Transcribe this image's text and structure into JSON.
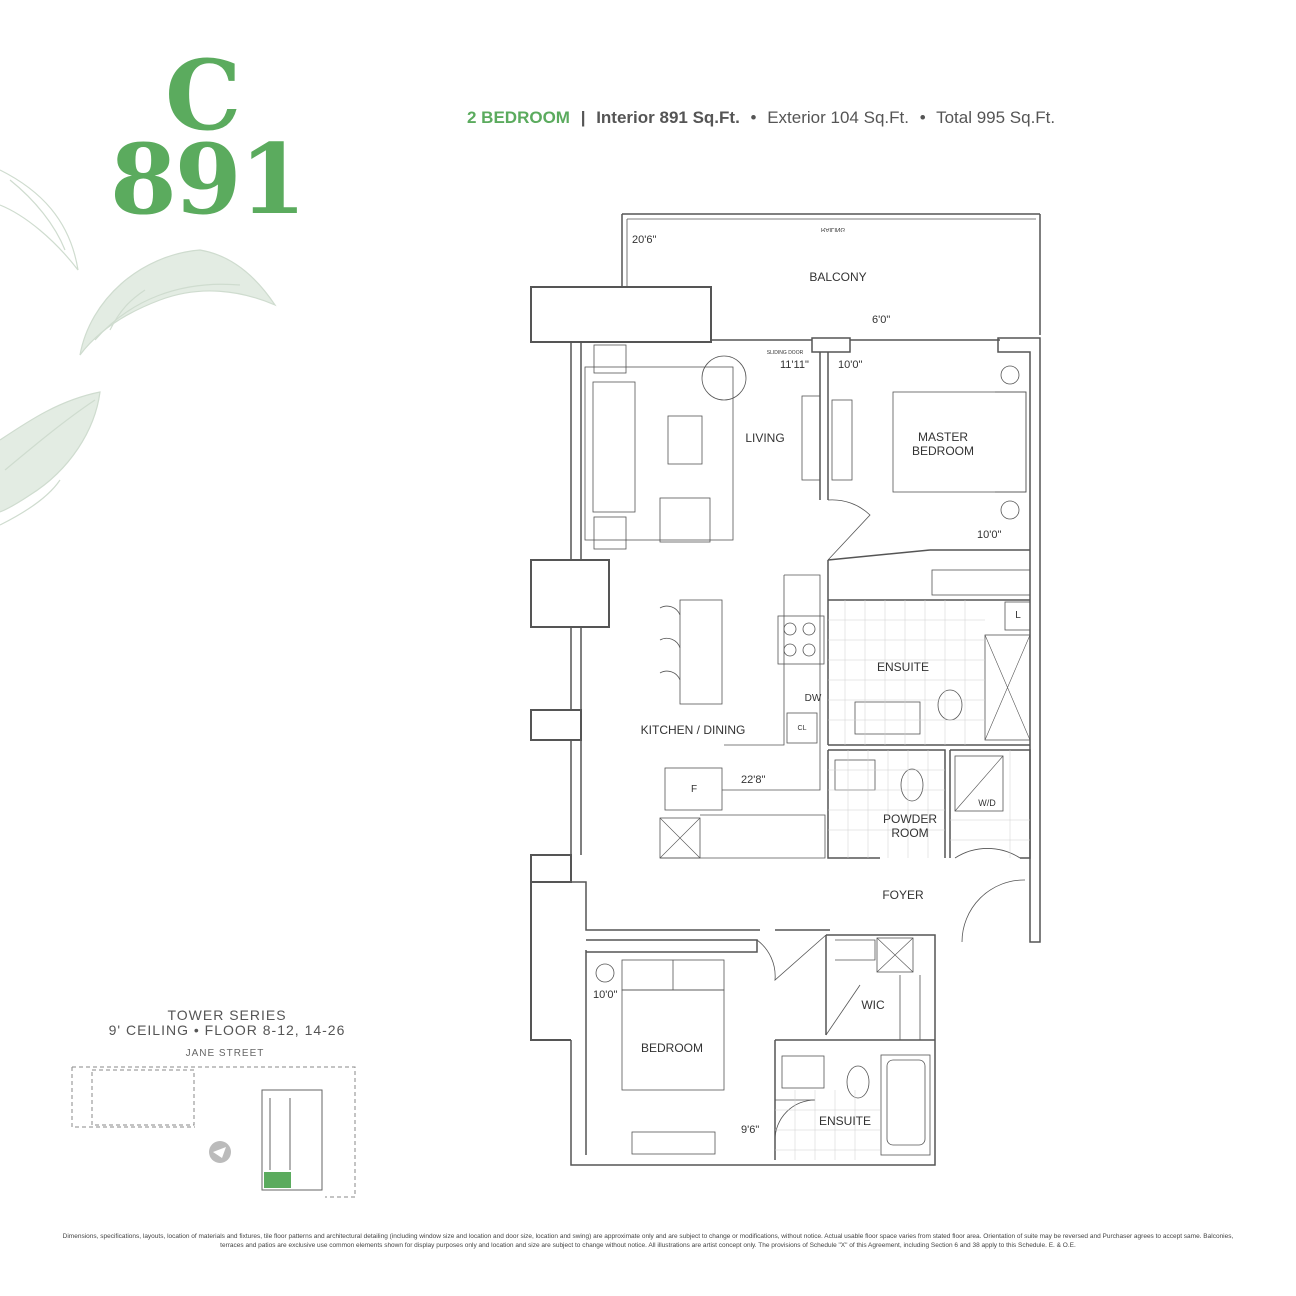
{
  "unit": {
    "letter": "C",
    "number": "891"
  },
  "headline": {
    "bedrooms": "2 BEDROOM",
    "divider": "|",
    "interior": "Interior 891 Sq.Ft.",
    "bullet": "•",
    "exterior": "Exterior 104 Sq.Ft.",
    "total": "Total 995 Sq.Ft."
  },
  "rooms": {
    "balcony": "BALCONY",
    "railing": "RAILING",
    "sliding_door": "SLIDING DOOR",
    "living": "LIVING",
    "master_bedroom_line1": "MASTER",
    "master_bedroom_line2": "BEDROOM",
    "ensuite_master": "ENSUITE",
    "kitchen_dining": "KITCHEN / DINING",
    "powder_room_line1": "POWDER",
    "powder_room_line2": "ROOM",
    "foyer": "FOYER",
    "wic": "WIC",
    "bedroom": "BEDROOM",
    "ensuite_bedroom": "ENSUITE",
    "dw": "DW",
    "f": "F",
    "l": "L",
    "wd": "W/D",
    "cl": "CL"
  },
  "dimensions": {
    "balcony_depth": "20'6\"",
    "balcony_width": "6'0\"",
    "living_width": "11'11\"",
    "master_width": "10'0\"",
    "master_depth": "10'0\"",
    "kitchen_length": "22'8\"",
    "bedroom_width": "10'0\"",
    "bedroom_depth": "9'6\""
  },
  "keyplan": {
    "series_line1": "TOWER SERIES",
    "series_line2": "9' CEILING • FLOOR 8-12, 14-26",
    "street": "JANE STREET",
    "highlight_color": "#5bab5e"
  },
  "colors": {
    "brand_green": "#5bab5e",
    "leaf_sketch": "#d6e2d6"
  },
  "disclaimer": "Dimensions, specifications, layouts, location of materials and fixtures, tile floor patterns and architectural detailing (including window size and location and door size, location and swing) are approximate only and are subject to change or modifications, without notice. Actual usable floor space varies from stated floor area. Orientation of suite may be reversed and Purchaser agrees to accept same. Balconies, terraces and patios are exclusive use common elements shown for display purposes only and location and size are subject to change without notice. All illustrations are artist concept only. The provisions of Schedule \"X\" of this Agreement, including Section 6 and 38 apply to this Schedule. E. & O.E."
}
